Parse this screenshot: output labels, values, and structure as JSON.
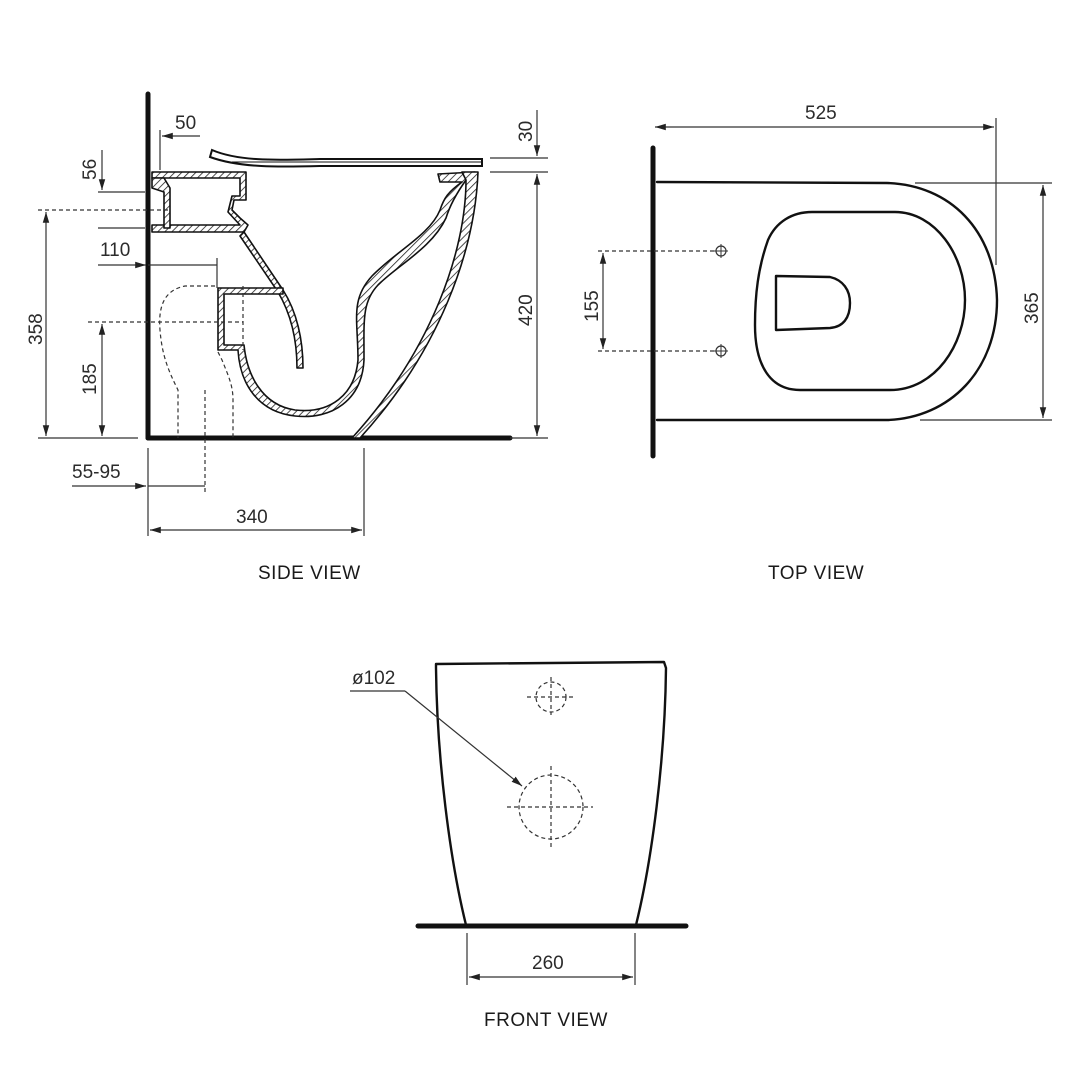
{
  "views": {
    "side": {
      "title": "SIDE VIEW",
      "dims": {
        "seat_offset": "50",
        "inlet_height": "56",
        "pan_inlet_setback": "110",
        "inlet_center_height": "358",
        "outlet_center_height": "185",
        "outlet_setback": "55-95",
        "depth_at_base": "340",
        "seat_thickness": "30",
        "pan_height": "420"
      }
    },
    "top": {
      "title": "TOP VIEW",
      "dims": {
        "length": "525",
        "width": "365",
        "fixing_spacing": "155"
      }
    },
    "front": {
      "title": "FRONT VIEW",
      "dims": {
        "outlet_diameter": "ø102",
        "base_width": "260"
      }
    }
  }
}
